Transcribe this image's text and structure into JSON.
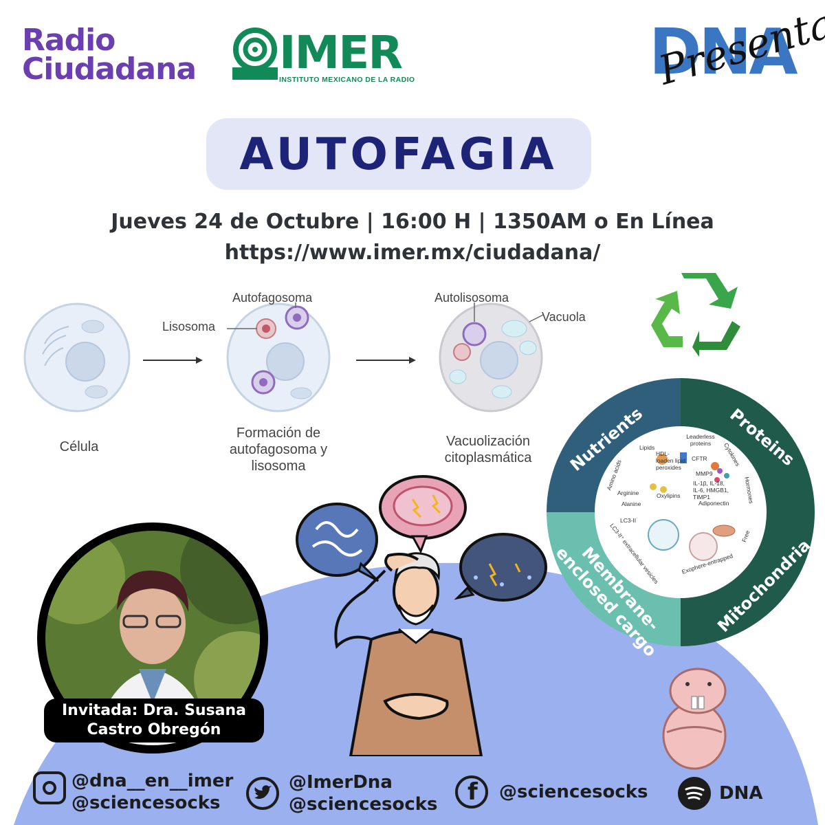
{
  "logos": {
    "radio_line1": "Radio",
    "radio_line2": "Ciudadana",
    "imer_word": "IMER",
    "imer_sub": "INSTITUTO MEXICANO DE LA RADIO",
    "dna": "DNA",
    "presenta": "Presenta"
  },
  "event": {
    "title": "AUTOFAGIA",
    "date_line": "Jueves 24 de Octubre | 16:00 H | 1350AM o En Línea",
    "url": "https://www.imer.mx/ciudadana/"
  },
  "diagram": {
    "label_lisosoma": "Lisosoma",
    "label_autofagosoma": "Autofagosoma",
    "label_autolisosoma": "Autolisosoma",
    "label_vacuola": "Vacuola",
    "cap_celula": "Célula",
    "cap_formacion": "Formación de autofagosoma y lisosoma",
    "cap_vacuolizacion": "Vacuolización citoplasmática"
  },
  "wheel": {
    "q_nutrients": "Nutrients",
    "q_proteins": "Proteins",
    "q_membrane": "Membrane-enclosed cargo",
    "q_mitochondria": "Mitochondria",
    "t_lipids": "Lipids",
    "t_hdl": "HDL-loaden lipid peroxides",
    "t_amino": "Amino acids",
    "t_arginine": "Arginine",
    "t_alanine": "Alanine",
    "t_oxylipins": "Oxylipins",
    "t_leaderless": "Leaderless proteins",
    "t_cftr": "CFTR",
    "t_mmp9": "MMP9",
    "t_cytokines": "Cytokines",
    "t_il": "IL-1β, IL-18, IL-6, HMGB1, TIMP1",
    "t_hormones": "Hormones",
    "t_adiponectin": "Adiponectin",
    "t_lc3": "LC3-II",
    "t_ev": "LC3-II⁺ extracellular vesicles",
    "t_free": "Free",
    "t_exophere": "Exophere-entrapped"
  },
  "guest": {
    "line1": "Invitada: Dra. Susana",
    "line2": "Castro Obregón"
  },
  "social": {
    "instagram_1": "@dna__en__imer",
    "instagram_2": "@sciencesocks",
    "twitter_1": "@ImerDna",
    "twitter_2": "@sciencesocks",
    "facebook": "@sciencesocks",
    "spotify": "DNA"
  },
  "colors": {
    "title_bg": "#e3e6f6",
    "title_text": "#1d2478",
    "blob": "#9bb0ee",
    "wheel_dark": "#2f5f7a",
    "wheel_green": "#1f5a4a",
    "wheel_teal": "#6bbfae",
    "imer_green": "#118a57",
    "radio_purple": "#6b3fb0",
    "dna_blue": "#3b76c3"
  },
  "icons": [
    "instagram-icon",
    "twitter-icon",
    "facebook-icon",
    "spotify-icon",
    "recycle-icon"
  ]
}
